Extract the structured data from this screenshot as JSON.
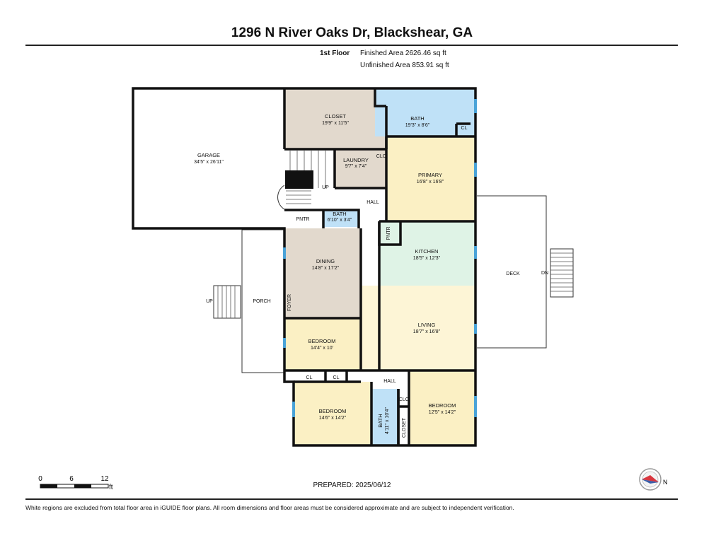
{
  "header": {
    "title": "1296 N River Oaks Dr, Blackshear, GA"
  },
  "summary": {
    "floor": "1st Floor",
    "finished": "Finished Area 2626.46 sq ft",
    "unfinished": "Unfinished Area 853.91 sq ft"
  },
  "rooms": {
    "garage": {
      "name": "GARAGE",
      "dim": "34'5\" x 26'11\""
    },
    "closet_top": {
      "name": "CLOSET",
      "dim": "19'9\" x 11'5\""
    },
    "bath_top": {
      "name": "BATH",
      "dim": "19'3\" x 8'6\""
    },
    "laundry": {
      "name": "LAUNDRY",
      "dim": "9'7\" x 7'4\""
    },
    "primary": {
      "name": "PRIMARY",
      "dim": "16'8\" x 16'8\""
    },
    "bath_small": {
      "name": "BATH",
      "dim": "6'10\" x 3'4\""
    },
    "dining": {
      "name": "DINING",
      "dim": "14'8\" x 17'2\""
    },
    "kitchen": {
      "name": "KITCHEN",
      "dim": "18'5\" x 12'3\""
    },
    "living": {
      "name": "LIVING",
      "dim": "18'7\" x 16'8\""
    },
    "bedroom_mid": {
      "name": "BEDROOM",
      "dim": "14'4\" x 10'"
    },
    "bedroom_left": {
      "name": "BEDROOM",
      "dim": "14'6\" x 14'2\""
    },
    "bedroom_right": {
      "name": "BEDROOM",
      "dim": "12'5\" x 14'2\""
    },
    "bath_bottom": {
      "name": "BATH",
      "dim": "4'11\" x 10'4\""
    }
  },
  "labels": {
    "hall_top": "HALL",
    "hall_bottom": "HALL",
    "pntr_left": "PNTR",
    "pntr_kitchen": "PNTR",
    "cl_bath": "CL",
    "clo_laundry": "CLO",
    "cl_a": "CL",
    "cl_b": "CL",
    "clo_bottom": "CLO",
    "closet_bottom": "CLOSET",
    "foyer": "FOYER",
    "porch": "PORCH",
    "deck": "DECK",
    "up_stairs": "UP",
    "up_porch": "UP",
    "dn_deck": "DN"
  },
  "scale": {
    "t0": "0",
    "t6": "6",
    "t12": "12",
    "unit": "ft"
  },
  "compass": {
    "north": "N"
  },
  "footer": {
    "prepared": "PREPARED: 2025/06/12",
    "disclaimer": "White regions are excluded from total floor area in iGUIDE floor plans. All room dimensions and floor areas must be considered approximate and are subject to independent verification."
  },
  "colors": {
    "closet": "#e2d9cd",
    "bath": "#bfe1f7",
    "bedroom": "#fbf0c4",
    "kitchen": "#dff3e6",
    "dining": "#e2d9cd",
    "living": "#fdf5d6"
  }
}
